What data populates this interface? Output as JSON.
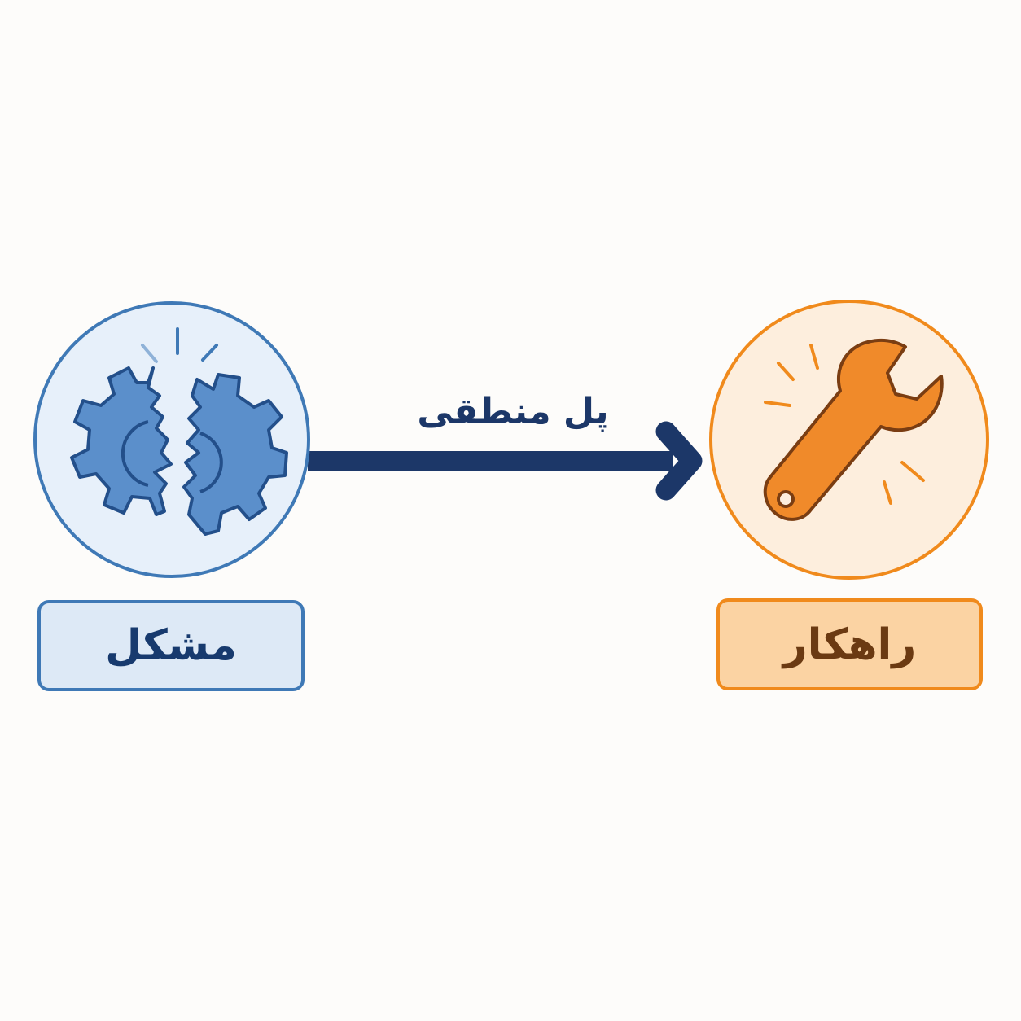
{
  "nodes": {
    "problem": {
      "label": "مشکل",
      "icon": "broken-gears-icon",
      "colors": {
        "fill": "#e7f0fa",
        "stroke": "#3f79b6",
        "icon": "#5b8fcb",
        "icon_stroke": "#234f8a"
      }
    },
    "solution": {
      "label": "راهکار",
      "icon": "wrench-icon",
      "colors": {
        "fill": "#fdeedd",
        "stroke": "#f08a1c",
        "icon": "#f08a2a",
        "icon_stroke": "#7a3d12"
      }
    }
  },
  "connector": {
    "label": "پل منطقی",
    "direction": "problem-to-solution",
    "color": "#1c3768"
  }
}
